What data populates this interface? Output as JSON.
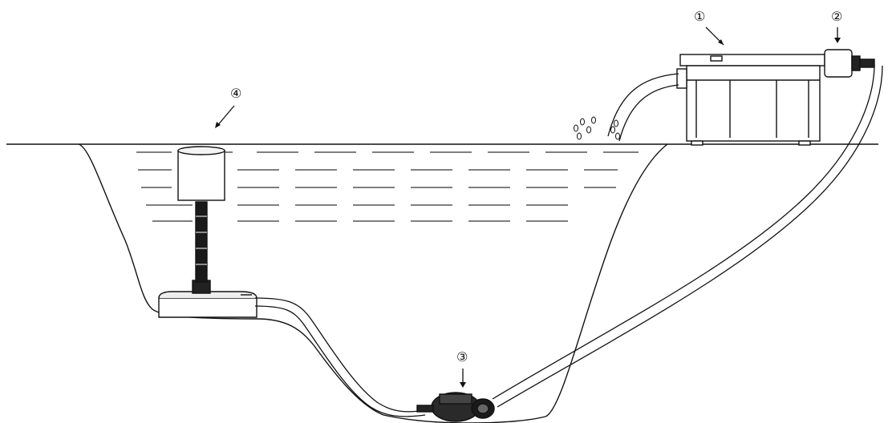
{
  "callouts": [
    {
      "id": "filter",
      "label": "①"
    },
    {
      "id": "uvc",
      "label": "②"
    },
    {
      "id": "pump",
      "label": "③"
    },
    {
      "id": "skimmer",
      "label": "④"
    }
  ],
  "icons": [
    "filter-box-icon",
    "uvc-unit-icon",
    "pump-icon",
    "skimmer-icon"
  ],
  "colors": {
    "stroke": "#111111",
    "background": "#ffffff"
  }
}
